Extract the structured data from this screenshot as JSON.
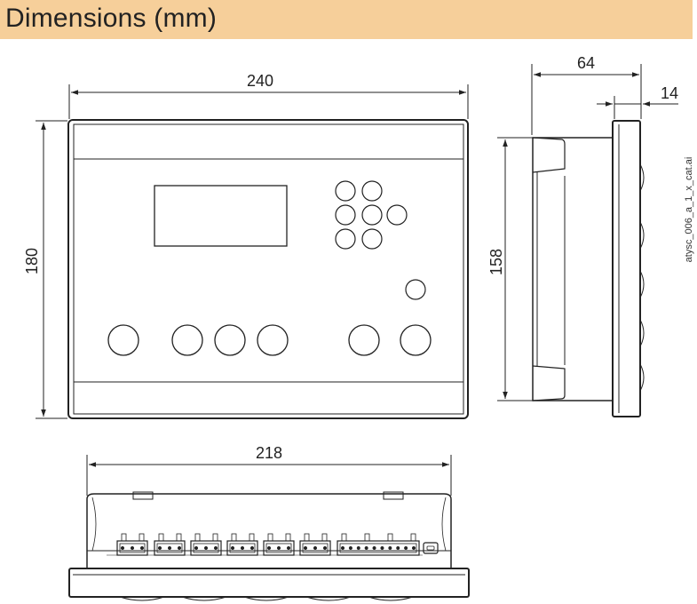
{
  "header": {
    "title": "Dimensions (mm)"
  },
  "dimensions": {
    "front_width": "240",
    "front_height": "180",
    "side_depth": "64",
    "side_flange": "14",
    "side_height": "158",
    "bottom_width": "218"
  },
  "file_label": "atysc_006_a_1_x_cat.ai"
}
